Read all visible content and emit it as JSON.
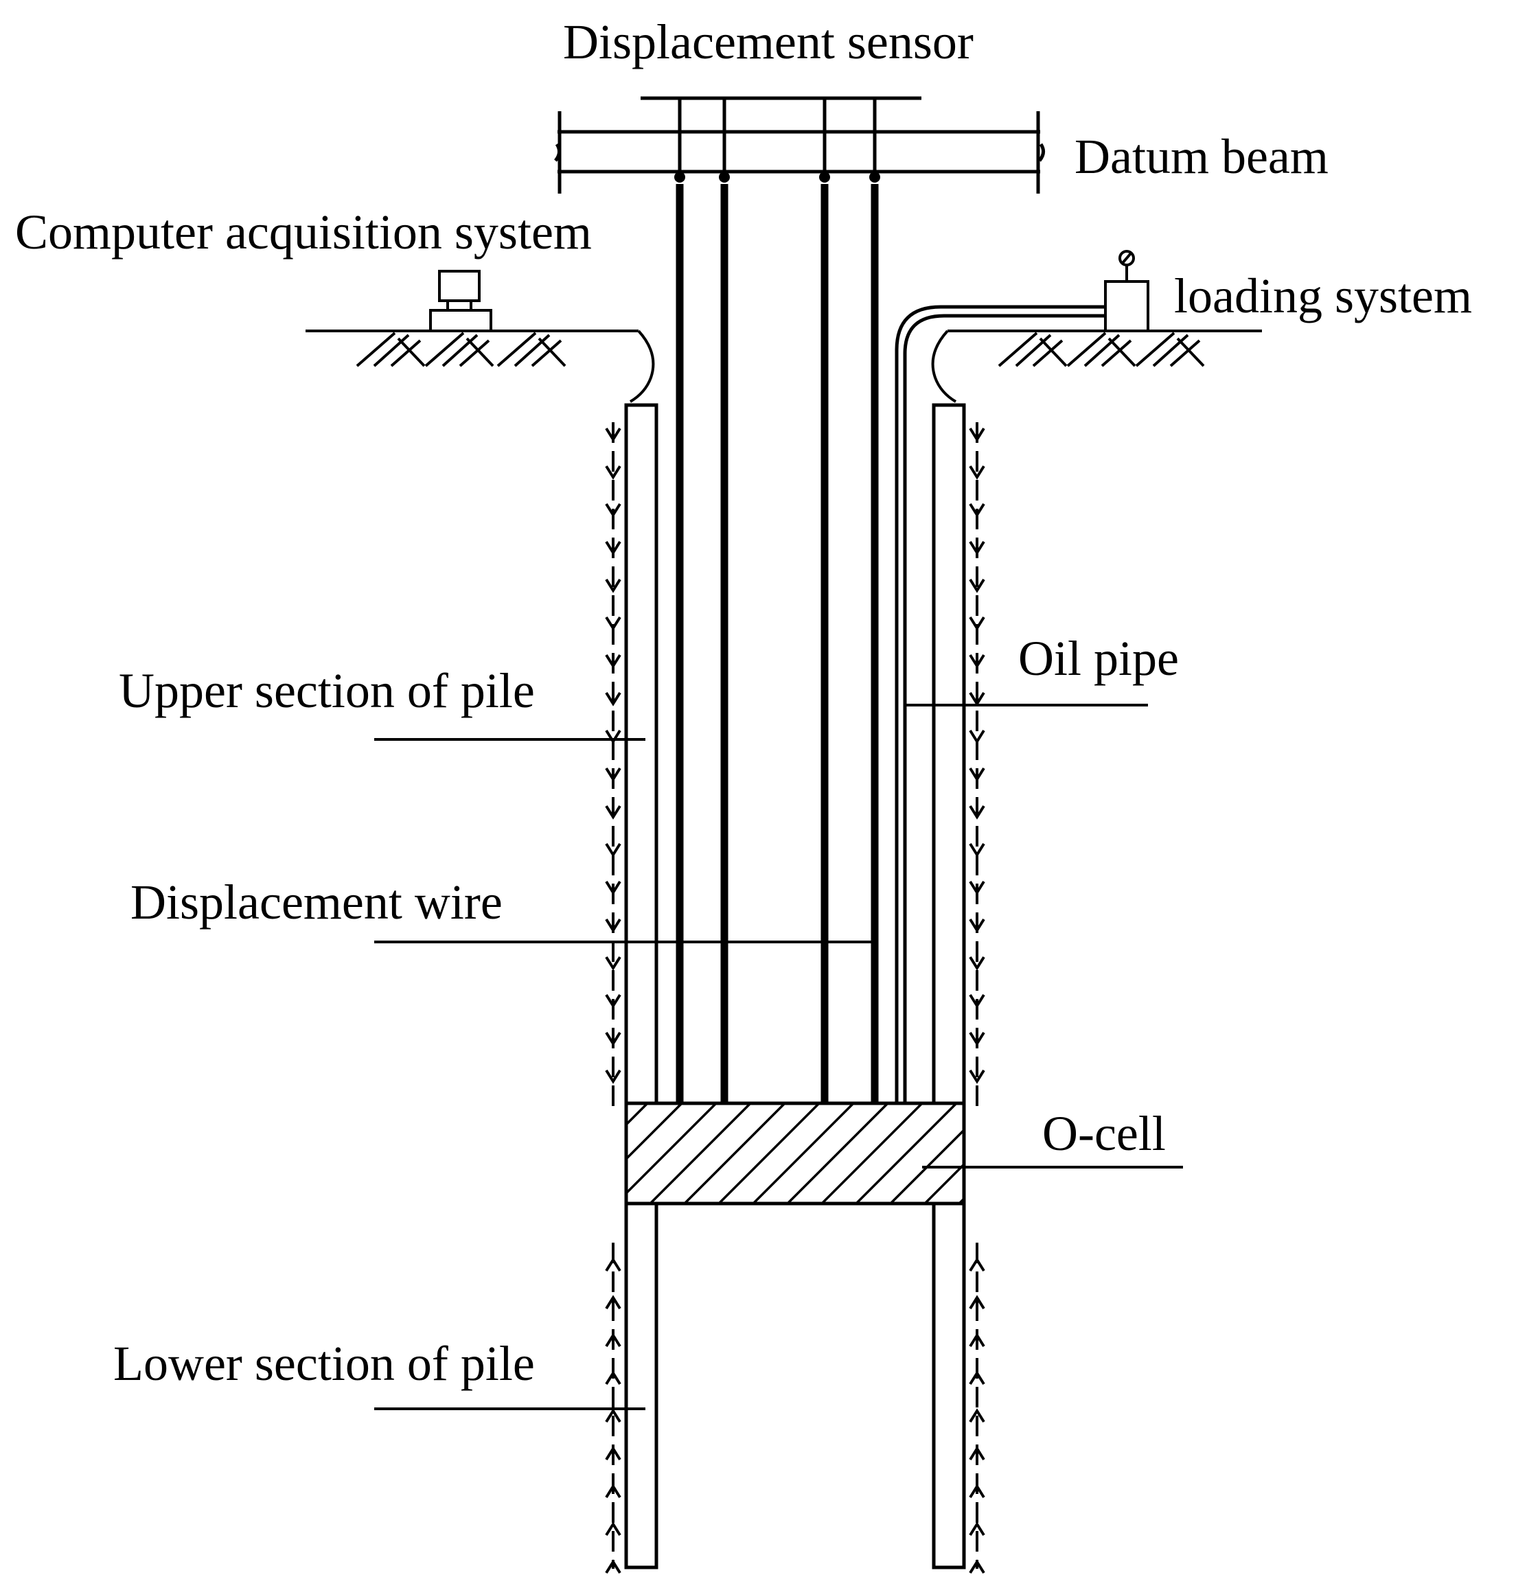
{
  "labels": {
    "displacement_sensor": "Displacement sensor",
    "datum_beam": "Datum beam",
    "computer_acquisition_system": "Computer acquisition system",
    "loading_system": "loading system",
    "oil_pipe": "Oil pipe",
    "upper_section_of_pile": "Upper section of pile",
    "displacement_wire": "Displacement wire",
    "o_cell": "O-cell",
    "lower_section_of_pile": "Lower section of pile"
  },
  "friction_direction": {
    "upper_section": "downward",
    "lower_section": "upward"
  }
}
